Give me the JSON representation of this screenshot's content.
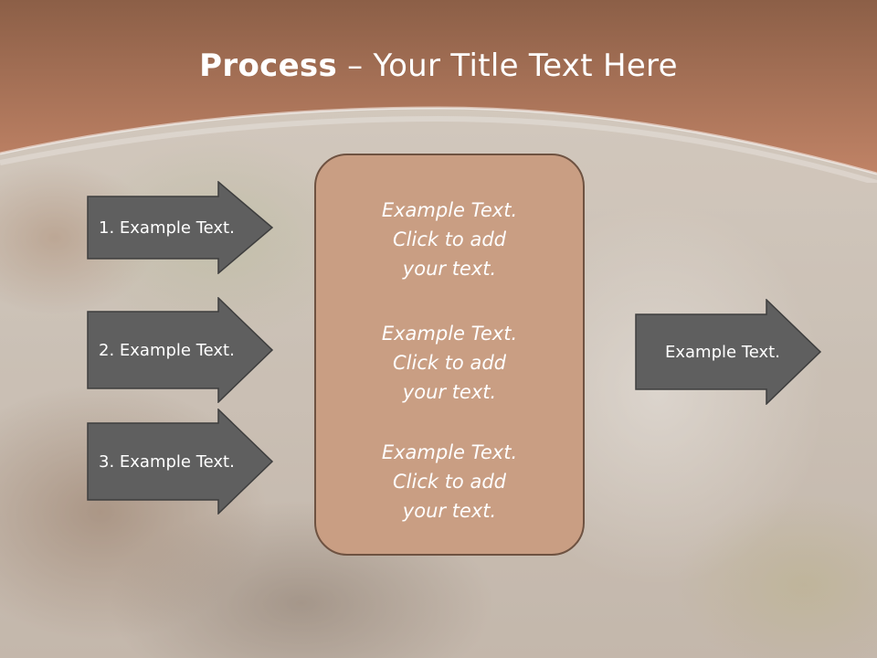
{
  "slide": {
    "title_bold": "Process",
    "title_rest": " – Your Title Text Here",
    "left_arrows": [
      {
        "label": "1. Example Text."
      },
      {
        "label": "2. Example Text."
      },
      {
        "label": "3. Example Text."
      }
    ],
    "center_blocks": [
      {
        "line1": "Example Text.",
        "line2": "Click  to add",
        "line3": "your text."
      },
      {
        "line1": "Example Text.",
        "line2": "Click  to add",
        "line3": "your text."
      },
      {
        "line1": "Example Text.",
        "line2": "Click  to add",
        "line3": "your text."
      }
    ],
    "right_arrow": {
      "label": "Example Text."
    }
  },
  "colors": {
    "header": "#b4775a",
    "arrow_fill": "#5f5f5f",
    "center_fill": "#c99e83",
    "center_border": "#6e5241",
    "text": "#ffffff"
  }
}
